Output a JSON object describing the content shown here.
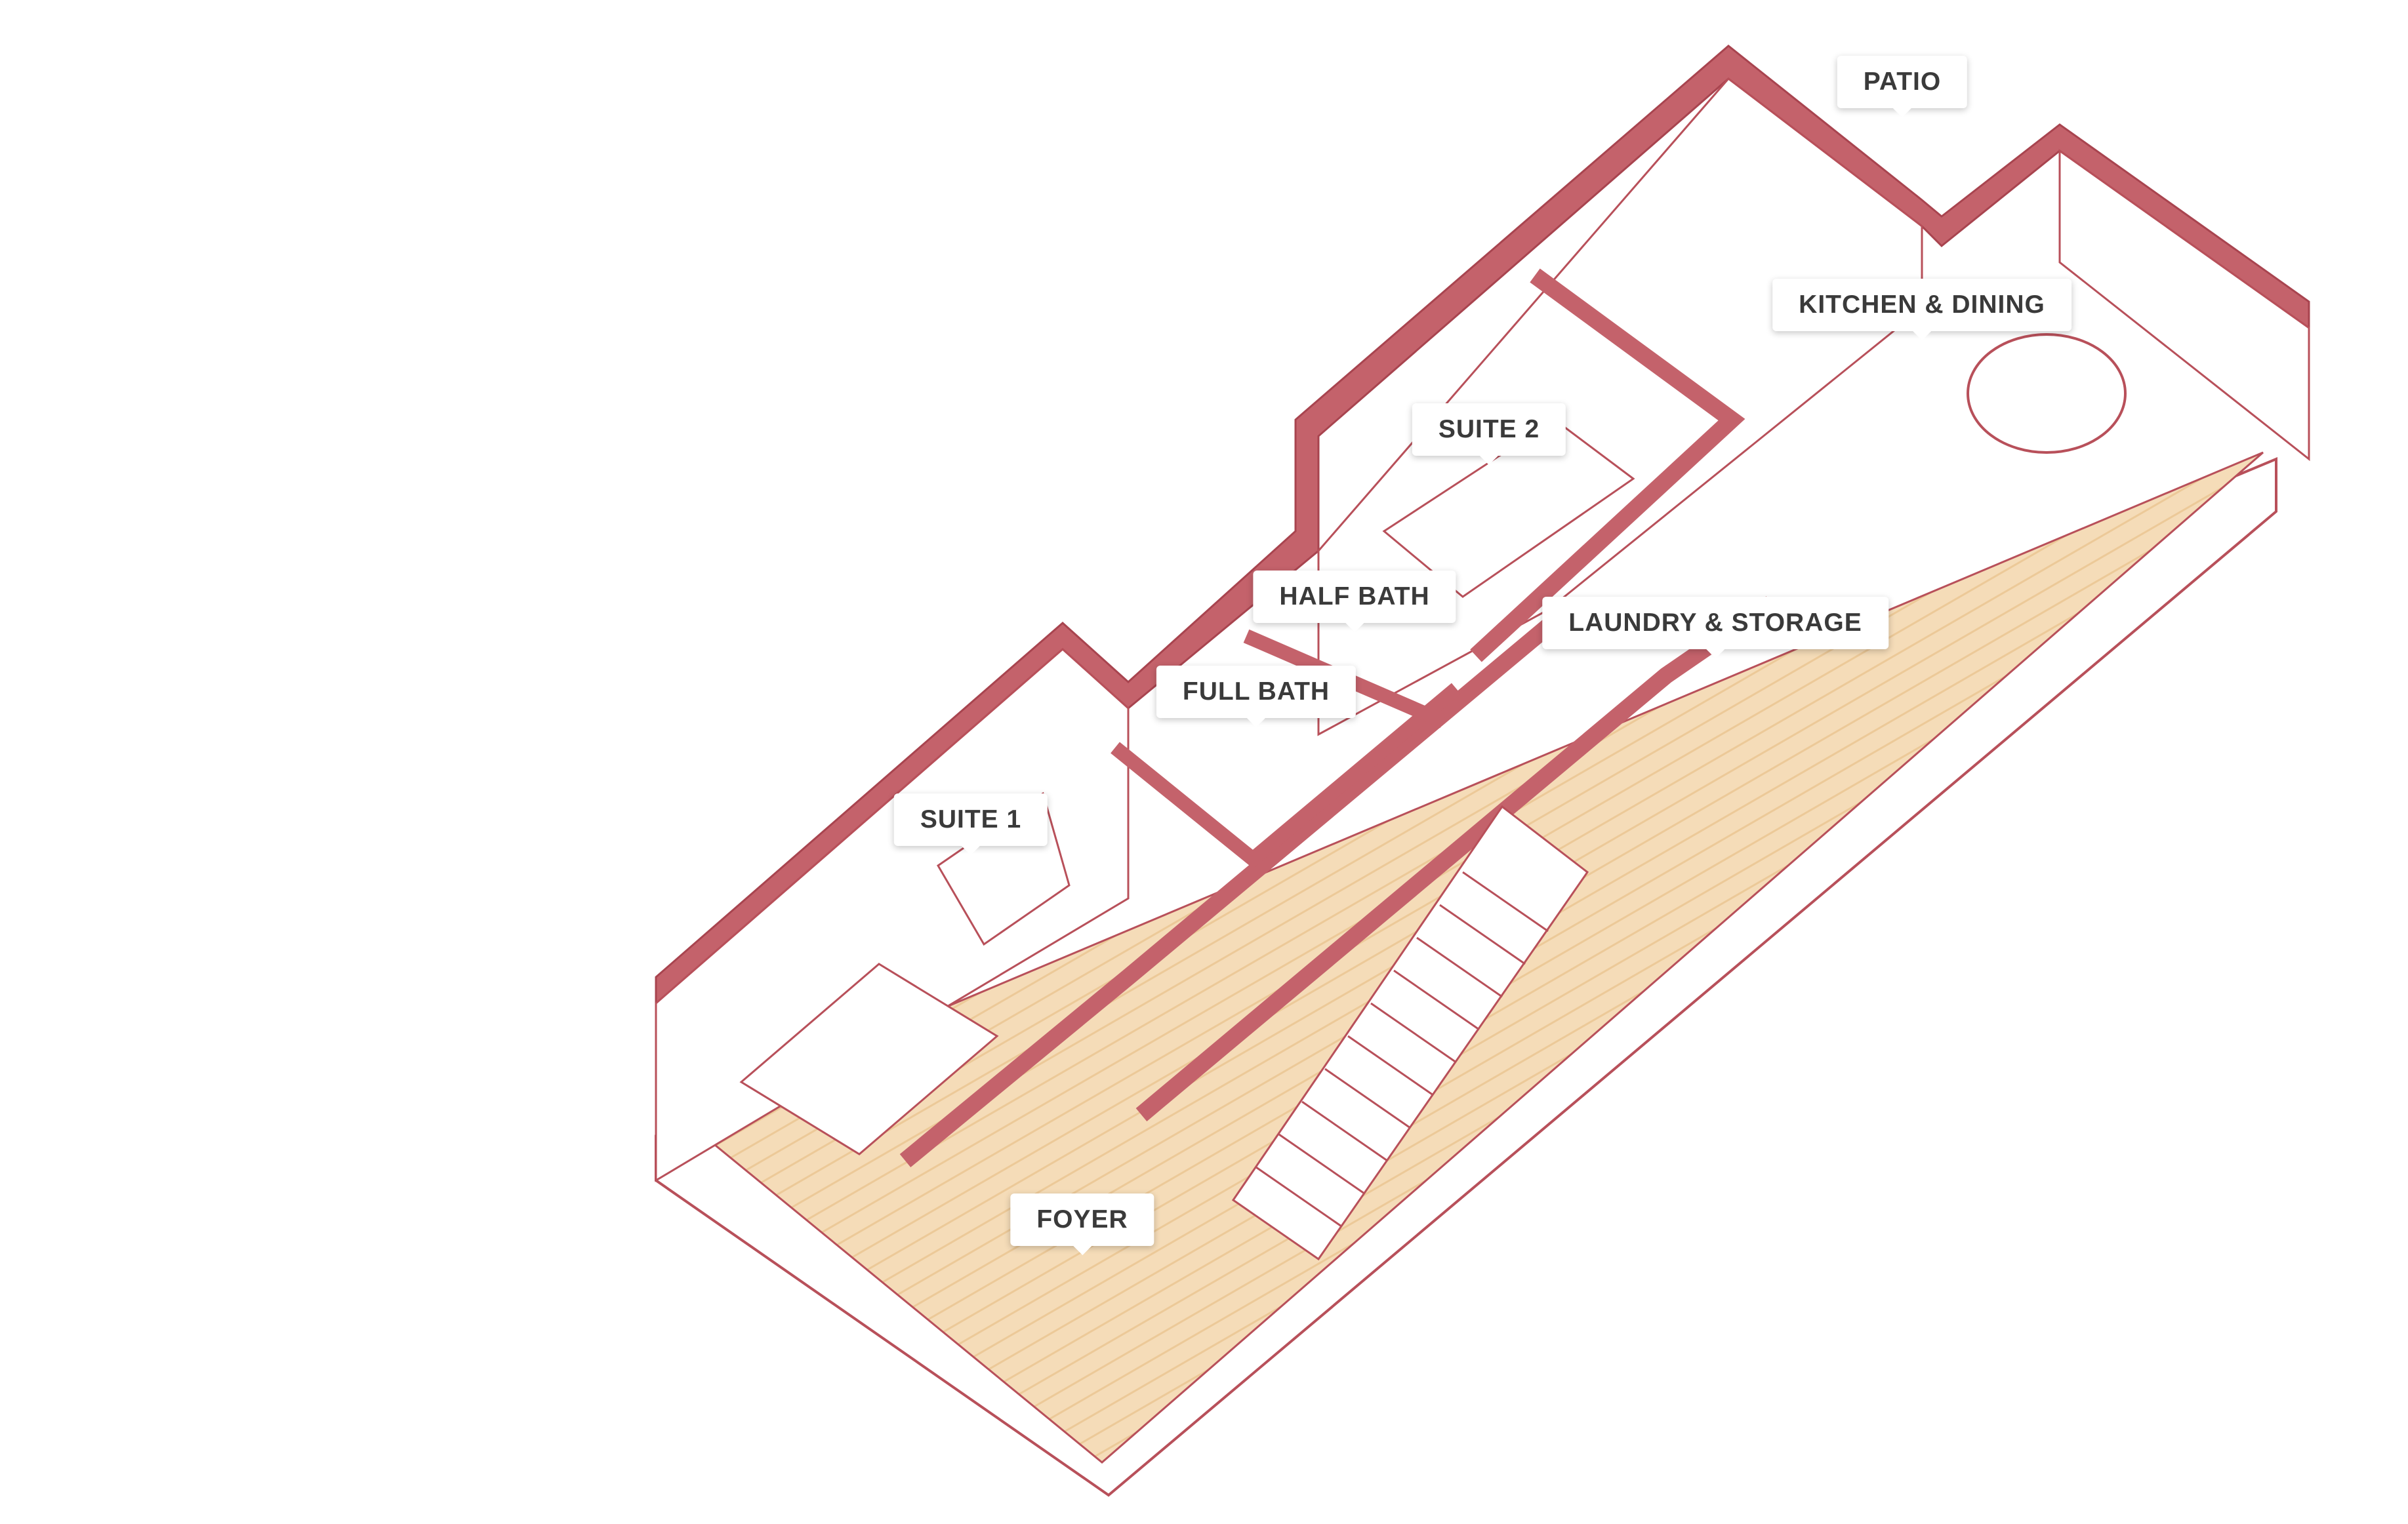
{
  "colors": {
    "wall": "#c4626b",
    "wall_line": "#a8444f",
    "floor": "#f5dcb8",
    "outline": "#b8505a",
    "label_text": "#3a3a3a"
  },
  "rooms": {
    "patio": "PATIO",
    "kitchen_dining": "KITCHEN & DINING",
    "suite_2": "SUITE 2",
    "half_bath": "HALF BATH",
    "laundry_storage": "LAUNDRY & STORAGE",
    "full_bath": "FULL BATH",
    "suite_1": "SUITE 1",
    "foyer": "FOYER"
  }
}
